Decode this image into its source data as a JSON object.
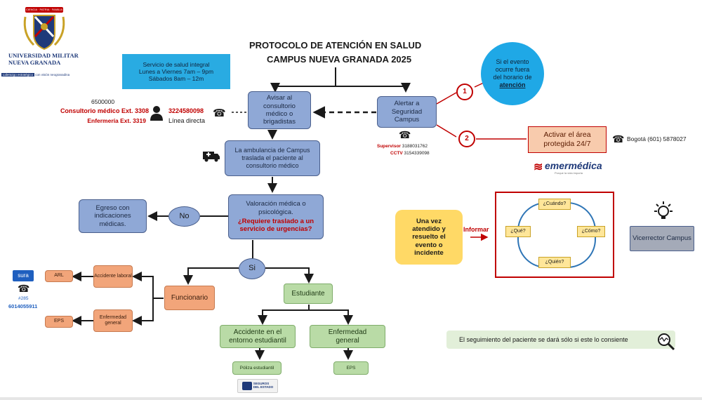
{
  "header": {
    "logo_banner": "CIENCIA · PATRIA · FAMILIA",
    "university_line1": "UNIVERSIDAD MILITAR",
    "university_line2": "NUEVA GRANADA",
    "slogan_a": "Liderazgo estratégico",
    "slogan_b": "con visión neogranadina",
    "title_line1": "PROTOCOLO DE ATENCIÓN EN SALUD",
    "title_line2": "CAMPUS NUEVA GRANADA 2025"
  },
  "service": {
    "line1": "Servicio de salud integral",
    "line2": "Lunes a Viernes 7am – 9pm",
    "line3": "Sábados 8am – 12m"
  },
  "contacts": {
    "phone_main": "6500000",
    "consultorio_label": "Consultorio médico",
    "consultorio_ext": "Ext. 3308",
    "enfermeria_label": "Enfermería",
    "enfermeria_ext": "Ext. 3319",
    "direct_number": "3224580098",
    "direct_label": "Línea directa"
  },
  "nodes": {
    "avisar": "Avisar al consultorio médico o brigadistas",
    "alertar": "Alertar a Seguridad Campus",
    "supervisor_label": "Supervisor",
    "supervisor_phone": "3188031762",
    "cctv_label": "CCTV",
    "cctv_phone": "3154339098",
    "ambulancia": "La ambulancia de Campus traslada el paciente al consultorio médico",
    "valoracion_a": "Valoración médica o psicológica.",
    "valoracion_b": "¿Requiere traslado a un servicio de urgencias?",
    "no": "No",
    "si": "Si",
    "egreso": "Egreso con indicaciones médicas.",
    "funcionario": "Funcionario",
    "accidente_laboral": "Accidente laboral",
    "enfermedad_general_f": "Enfermedad general",
    "arl": "ARL",
    "eps_f": "EPS",
    "sura": "sura",
    "sura_code": "#285",
    "sura_phone": "6014055911",
    "estudiante": "Estudiante",
    "accidente_estudiantil": "Accidente en el entorno estudiantil",
    "enfermedad_general_e": "Enfermedad general",
    "poliza": "Póliza estudiantil",
    "eps_e": "EPS",
    "seguros_line1": "SEGUROS",
    "seguros_line2": "DEL ESTADO"
  },
  "outside": {
    "circle_text_a": "Si el evento ocurre fuera del horario de",
    "circle_text_b": "atención",
    "step1": "1",
    "step2": "2",
    "activar": "Activar el área protegida 24/7",
    "bogota": "Bogotá (601) 5878027",
    "emermedica": "emermédica",
    "emermedica_tag": "Porque la vida importa"
  },
  "report": {
    "attended": "Una vez atendido y resuelto el evento o incidente",
    "informar": "Informar",
    "cuando": "¿Cuándo?",
    "que": "¿Qué?",
    "como": "¿Cómo?",
    "quien": "¿Quién?",
    "vicerrector": "Vicerrector Campus"
  },
  "footer": {
    "seguimiento": "El seguimiento del paciente se dará sólo si este lo consiente"
  },
  "colors": {
    "blue_box": "#8fa8d6",
    "orange_box": "#f2a57a",
    "green_box": "#b9dba6",
    "red_accent": "#c00000",
    "circle_blue": "#1fa8e6",
    "yellow_box": "#ffd966",
    "activar_fill": "#f8cbad"
  }
}
